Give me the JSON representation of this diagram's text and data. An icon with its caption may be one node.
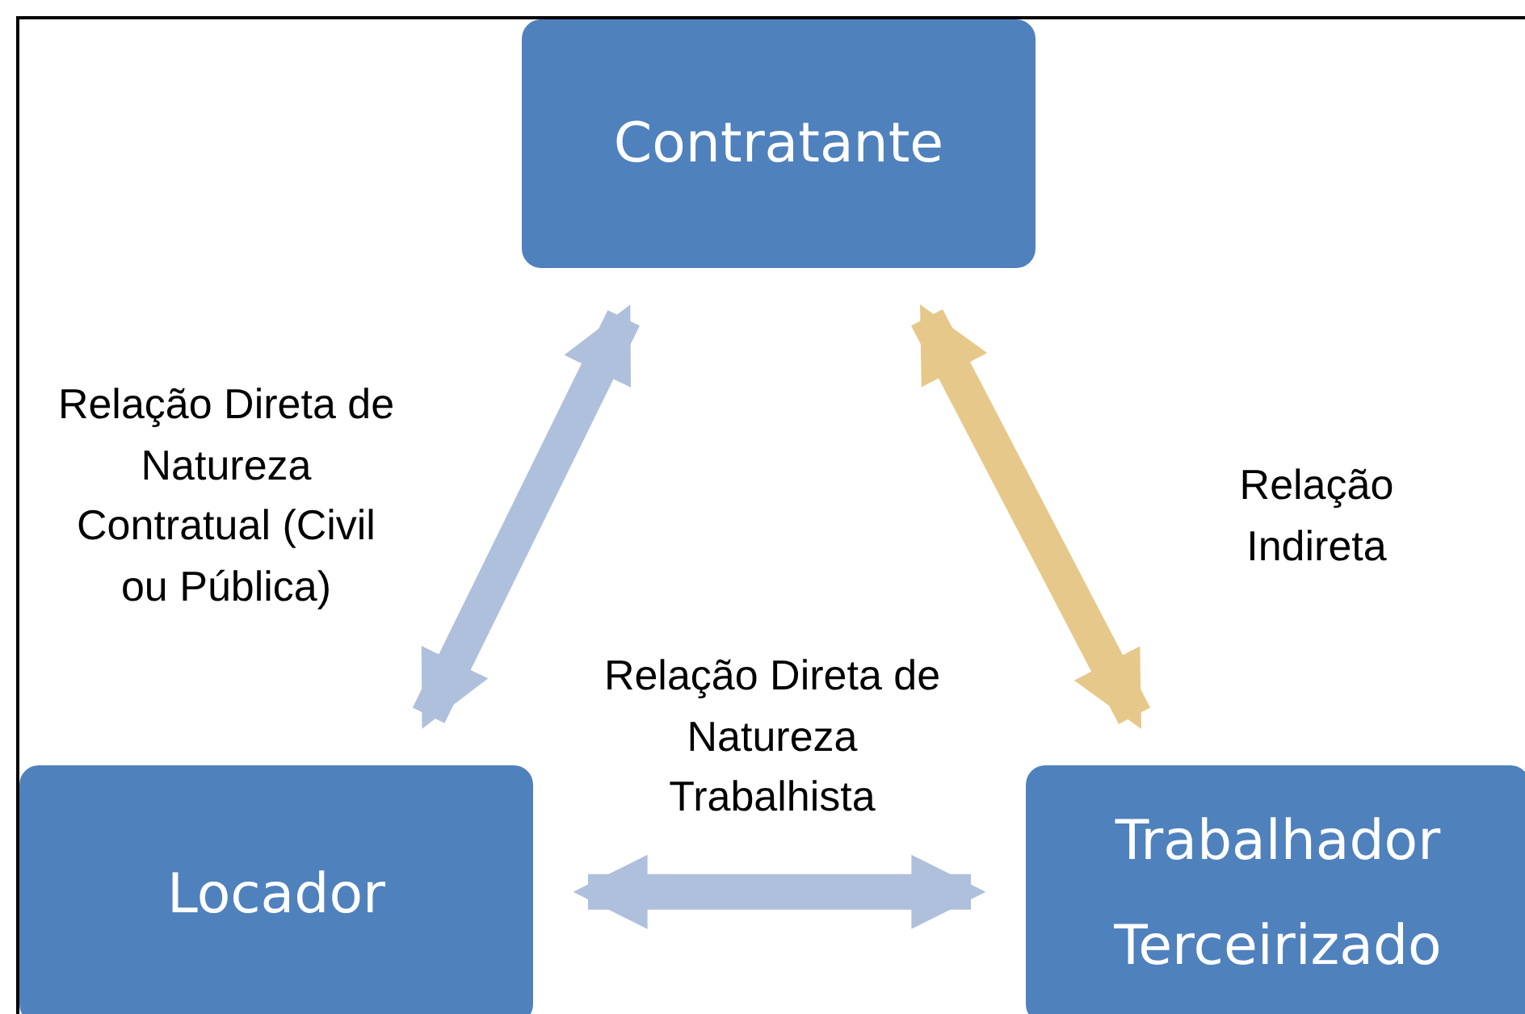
{
  "diagram": {
    "nodes": [
      {
        "text": [
          "Contratante"
        ]
      },
      {
        "text": [
          "Locador"
        ]
      },
      {
        "text": [
          "Trabalhador Terceirizado"
        ]
      }
    ],
    "edges": [
      {
        "from": 0,
        "to": 1,
        "arrow": "both",
        "label": "Relação Direta de Natureza Contratual (Civil ou Pública)"
      },
      {
        "from": 0,
        "to": 2,
        "arrow": "both",
        "color": "#e6c98a",
        "label": "Relação Indireta"
      },
      {
        "from": 1,
        "to": 2,
        "arrow": "both",
        "label": "Relação Direta de Natureza Trabalhista"
      }
    ]
  }
}
